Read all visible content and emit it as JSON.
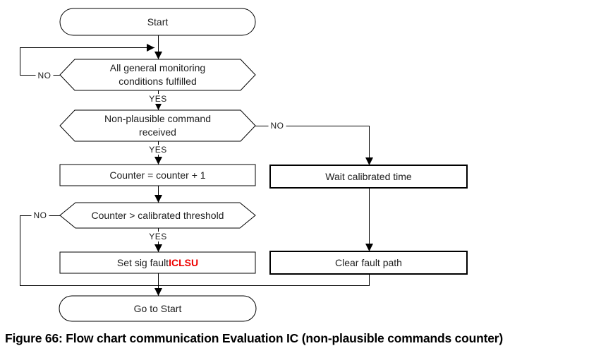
{
  "figure_caption": "Figure 66: Flow chart communication Evaluation IC (non-plausible commands counter)",
  "flowchart": {
    "nodes": {
      "start": {
        "label": "Start",
        "type": "terminator"
      },
      "monitoring_decision": {
        "label": "All general monitoring conditions fulfilled",
        "type": "decision"
      },
      "non_plausible_decision": {
        "label": "Non-plausible command received",
        "type": "decision"
      },
      "counter_increment": {
        "label": "Counter = counter + 1",
        "type": "process"
      },
      "wait_calibrated": {
        "label": "Wait calibrated time",
        "type": "process"
      },
      "threshold_decision": {
        "label": "Counter > calibrated threshold",
        "type": "decision"
      },
      "set_sig_fault": {
        "text": "Set sig fault ",
        "signal": "ICLSU",
        "type": "process"
      },
      "clear_fault": {
        "label": "Clear fault path",
        "type": "process"
      },
      "go_to_start": {
        "label": "Go to Start",
        "type": "terminator"
      }
    },
    "edge_labels": {
      "yes": "YES",
      "no": "NO"
    },
    "colors": {
      "line": "#000000",
      "text": "#1d1d1d",
      "signal_highlight": "#ee0000",
      "node_fill": "#ffffff"
    }
  }
}
